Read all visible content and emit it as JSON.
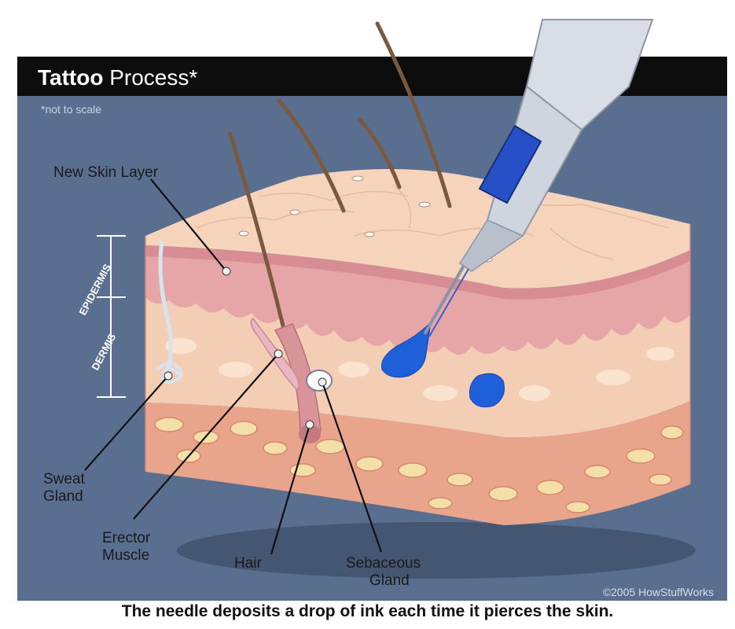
{
  "title": {
    "bold": "Tattoo",
    "rest": " Process*"
  },
  "note": "*not to scale",
  "labels": {
    "new_skin_layer": "New Skin Layer",
    "epidermis": "EPIDERMIS",
    "dermis": "DERMIS",
    "sweat_gland": [
      "Sweat",
      "Gland"
    ],
    "erector_muscle": [
      "Erector",
      "Muscle"
    ],
    "hair": "Hair",
    "sebaceous_gland": [
      "Sebaceous",
      "Gland"
    ]
  },
  "copyright": "©2005 HowStuffWorks",
  "caption": "The needle deposits a drop of ink each time it pierces the skin.",
  "colors": {
    "background": "#5a6f8f",
    "title_bar": "#0d0d0d",
    "skin_top": "#f6d4bc",
    "epidermis": "#e6a6a8",
    "dermis": "#f3cdb4",
    "fat": "#e9a58c",
    "ink": "#1f5fd8"
  }
}
